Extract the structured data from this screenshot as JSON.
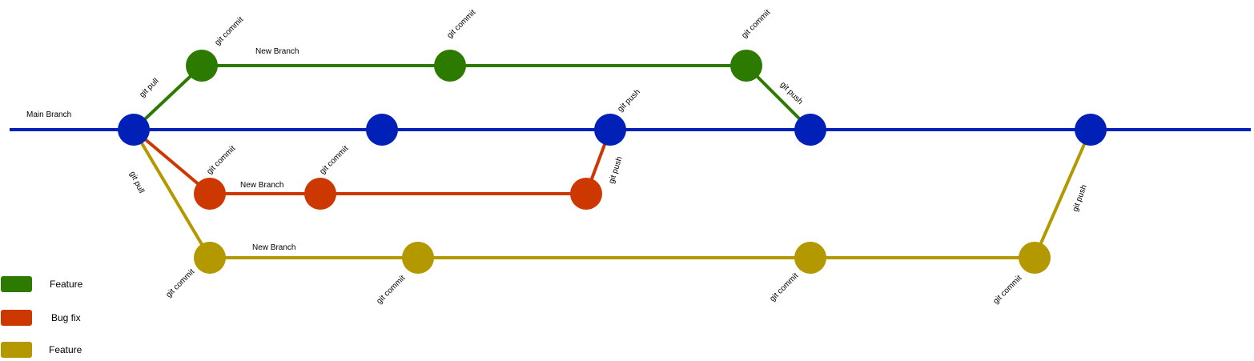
{
  "colors": {
    "main": "#0020b8",
    "feature_green": "#2d7a00",
    "bugfix": "#cc3800",
    "feature_gold": "#b39800"
  },
  "branches": {
    "main": "Main Branch",
    "green": "New Branch",
    "red": "New Branch",
    "gold": "New Branch"
  },
  "actions": {
    "green_pull": "git pull",
    "green_commit_1": "git commit",
    "green_commit_2": "git commit",
    "green_commit_3": "git commit",
    "green_push": "git push",
    "main_push_from_red": "git push",
    "red_commit_1": "git commit",
    "red_commit_2": "git commit",
    "red_push": "git push",
    "gold_pull": "git pull",
    "gold_commit_1": "git commit",
    "gold_commit_2": "git commit",
    "gold_commit_3": "git commit",
    "gold_commit_4": "git commit",
    "gold_push": "git push"
  },
  "legend": [
    {
      "label": "Feature",
      "color": "#2d7a00"
    },
    {
      "label": "Bug fix",
      "color": "#cc3800"
    },
    {
      "label": "Feature",
      "color": "#b39800"
    }
  ]
}
